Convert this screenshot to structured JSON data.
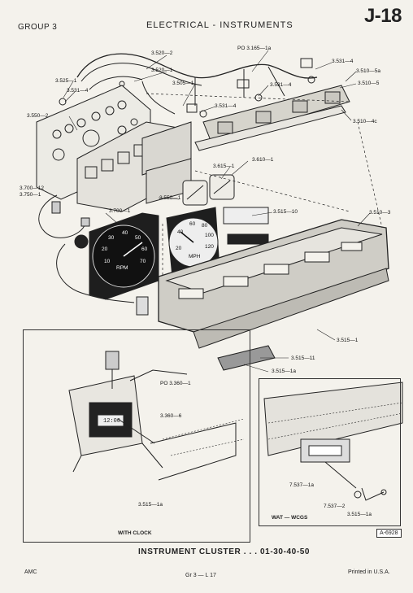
{
  "header": {
    "group": "GROUP 3",
    "section": "ELECTRICAL - INSTRUMENTS",
    "page_id": "J-18"
  },
  "callouts": {
    "c3520_2": "3.520—2",
    "c3520_1": "3.520—1",
    "c_po3165": "PO 3.165—1a",
    "c3531_4a": "3.531—4",
    "c3510_5a": "3.510—5a",
    "c3510_5": "3.510—5",
    "c3525_1": "3.525—1",
    "c3531_4b": "3.531—4",
    "c3505_1": "3.505—1",
    "c3531_4c": "3.531—4",
    "c3531_4d": "3.531—4",
    "c3510_4c": "3.510—4c",
    "c3550_2": "3.550—2",
    "c3610_1": "3.610—1",
    "c3615_1": "3.615—1",
    "c3700_12": "3.700—12",
    "c3750_1": "3.750—1",
    "c3550_1": "3.550—1",
    "c3515_10": "3.515—10",
    "c3510_3": "3.510—3",
    "c3700_1": "3.700—1",
    "c3515_1": "3.515—1",
    "c3515_11": "3.515—11",
    "c3515_1a": "3.515—1a",
    "c_po3360": "PO 3.360—1",
    "c3360_6": "3.360—6",
    "c3515_1a_b": "3.515—1a",
    "c7537_1a": "7.537—1a",
    "c7537_2": "7.537—2",
    "c3515_1a_c": "3.515—1a"
  },
  "insets": {
    "clock_caption": "WITH CLOCK",
    "clock_display": "12:00",
    "wat_caption": "WAT — WCGS"
  },
  "gauges": {
    "tach_label": "RPM",
    "tach_ticks": [
      "10",
      "20",
      "30",
      "40",
      "50",
      "60",
      "70"
    ],
    "speedo_ticks": [
      "20",
      "40",
      "60",
      "80",
      "100",
      "120"
    ],
    "speedo_label": "MPH"
  },
  "title": "INSTRUMENT CLUSTER . . . 01-30-40-50",
  "ref_code": "A-6928",
  "footer": {
    "left": "AMC",
    "center": "Gr 3 — L 17",
    "right": "Printed in U.S.A."
  }
}
